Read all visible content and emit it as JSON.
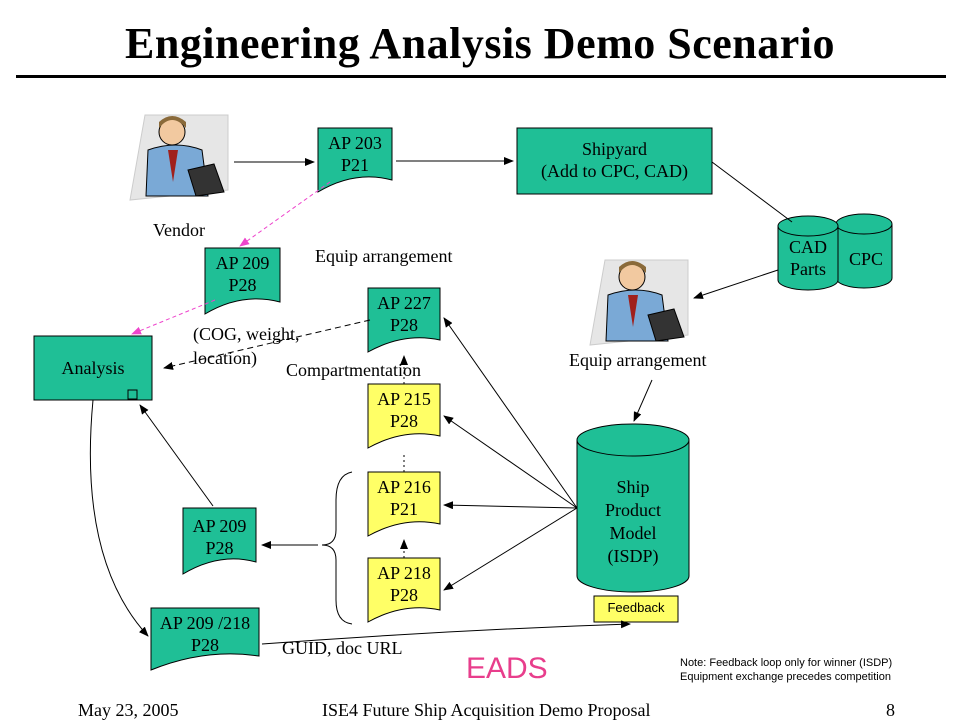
{
  "title": "Engineering Analysis Demo Scenario",
  "colors": {
    "green": "#1fbf96",
    "yellow": "#ffff66",
    "pink": "#ee44cc"
  },
  "nodes": {
    "ap203": {
      "line1": "AP 203",
      "line2": "P21"
    },
    "shipyard": {
      "line1": "Shipyard",
      "line2": "(Add to CPC, CAD)"
    },
    "cad": {
      "line1": "CAD",
      "line2": "Parts"
    },
    "cpc": {
      "label": "CPC"
    },
    "ap209_top": {
      "line1": "AP 209",
      "line2": "P28"
    },
    "ap227": {
      "line1": "AP 227",
      "line2": "P28"
    },
    "analysis": {
      "label": "Analysis"
    },
    "ap215": {
      "line1": "AP 215",
      "line2": "P28"
    },
    "ap216": {
      "line1": "AP 216",
      "line2": "P21"
    },
    "ap218": {
      "line1": "AP 218",
      "line2": "P28"
    },
    "ap209_mid": {
      "line1": "AP 209",
      "line2": "P28"
    },
    "ap209_218": {
      "line1": "AP 209 /218",
      "line2": "P28"
    },
    "ship_model": {
      "line1": "Ship",
      "line2": "Product",
      "line3": "Model",
      "line4": "(ISDP)"
    },
    "feedback": {
      "label": "Feedback"
    }
  },
  "labels": {
    "vendor": "Vendor",
    "equip_arrangement_top": "Equip arrangement",
    "equip_arrangement_right": "Equip arrangement",
    "cog_line1": "(COG, weight,",
    "cog_line2": "location)",
    "compartmentation": "Compartmentation",
    "guid": "GUID, doc URL",
    "eads": "EADS",
    "note_line1": "Note: Feedback loop only for winner (ISDP)",
    "note_line2": "Equipment exchange precedes competition"
  },
  "footer": {
    "date": "May 23, 2005",
    "center": "ISE4 Future Ship Acquisition Demo Proposal",
    "page": "8"
  }
}
